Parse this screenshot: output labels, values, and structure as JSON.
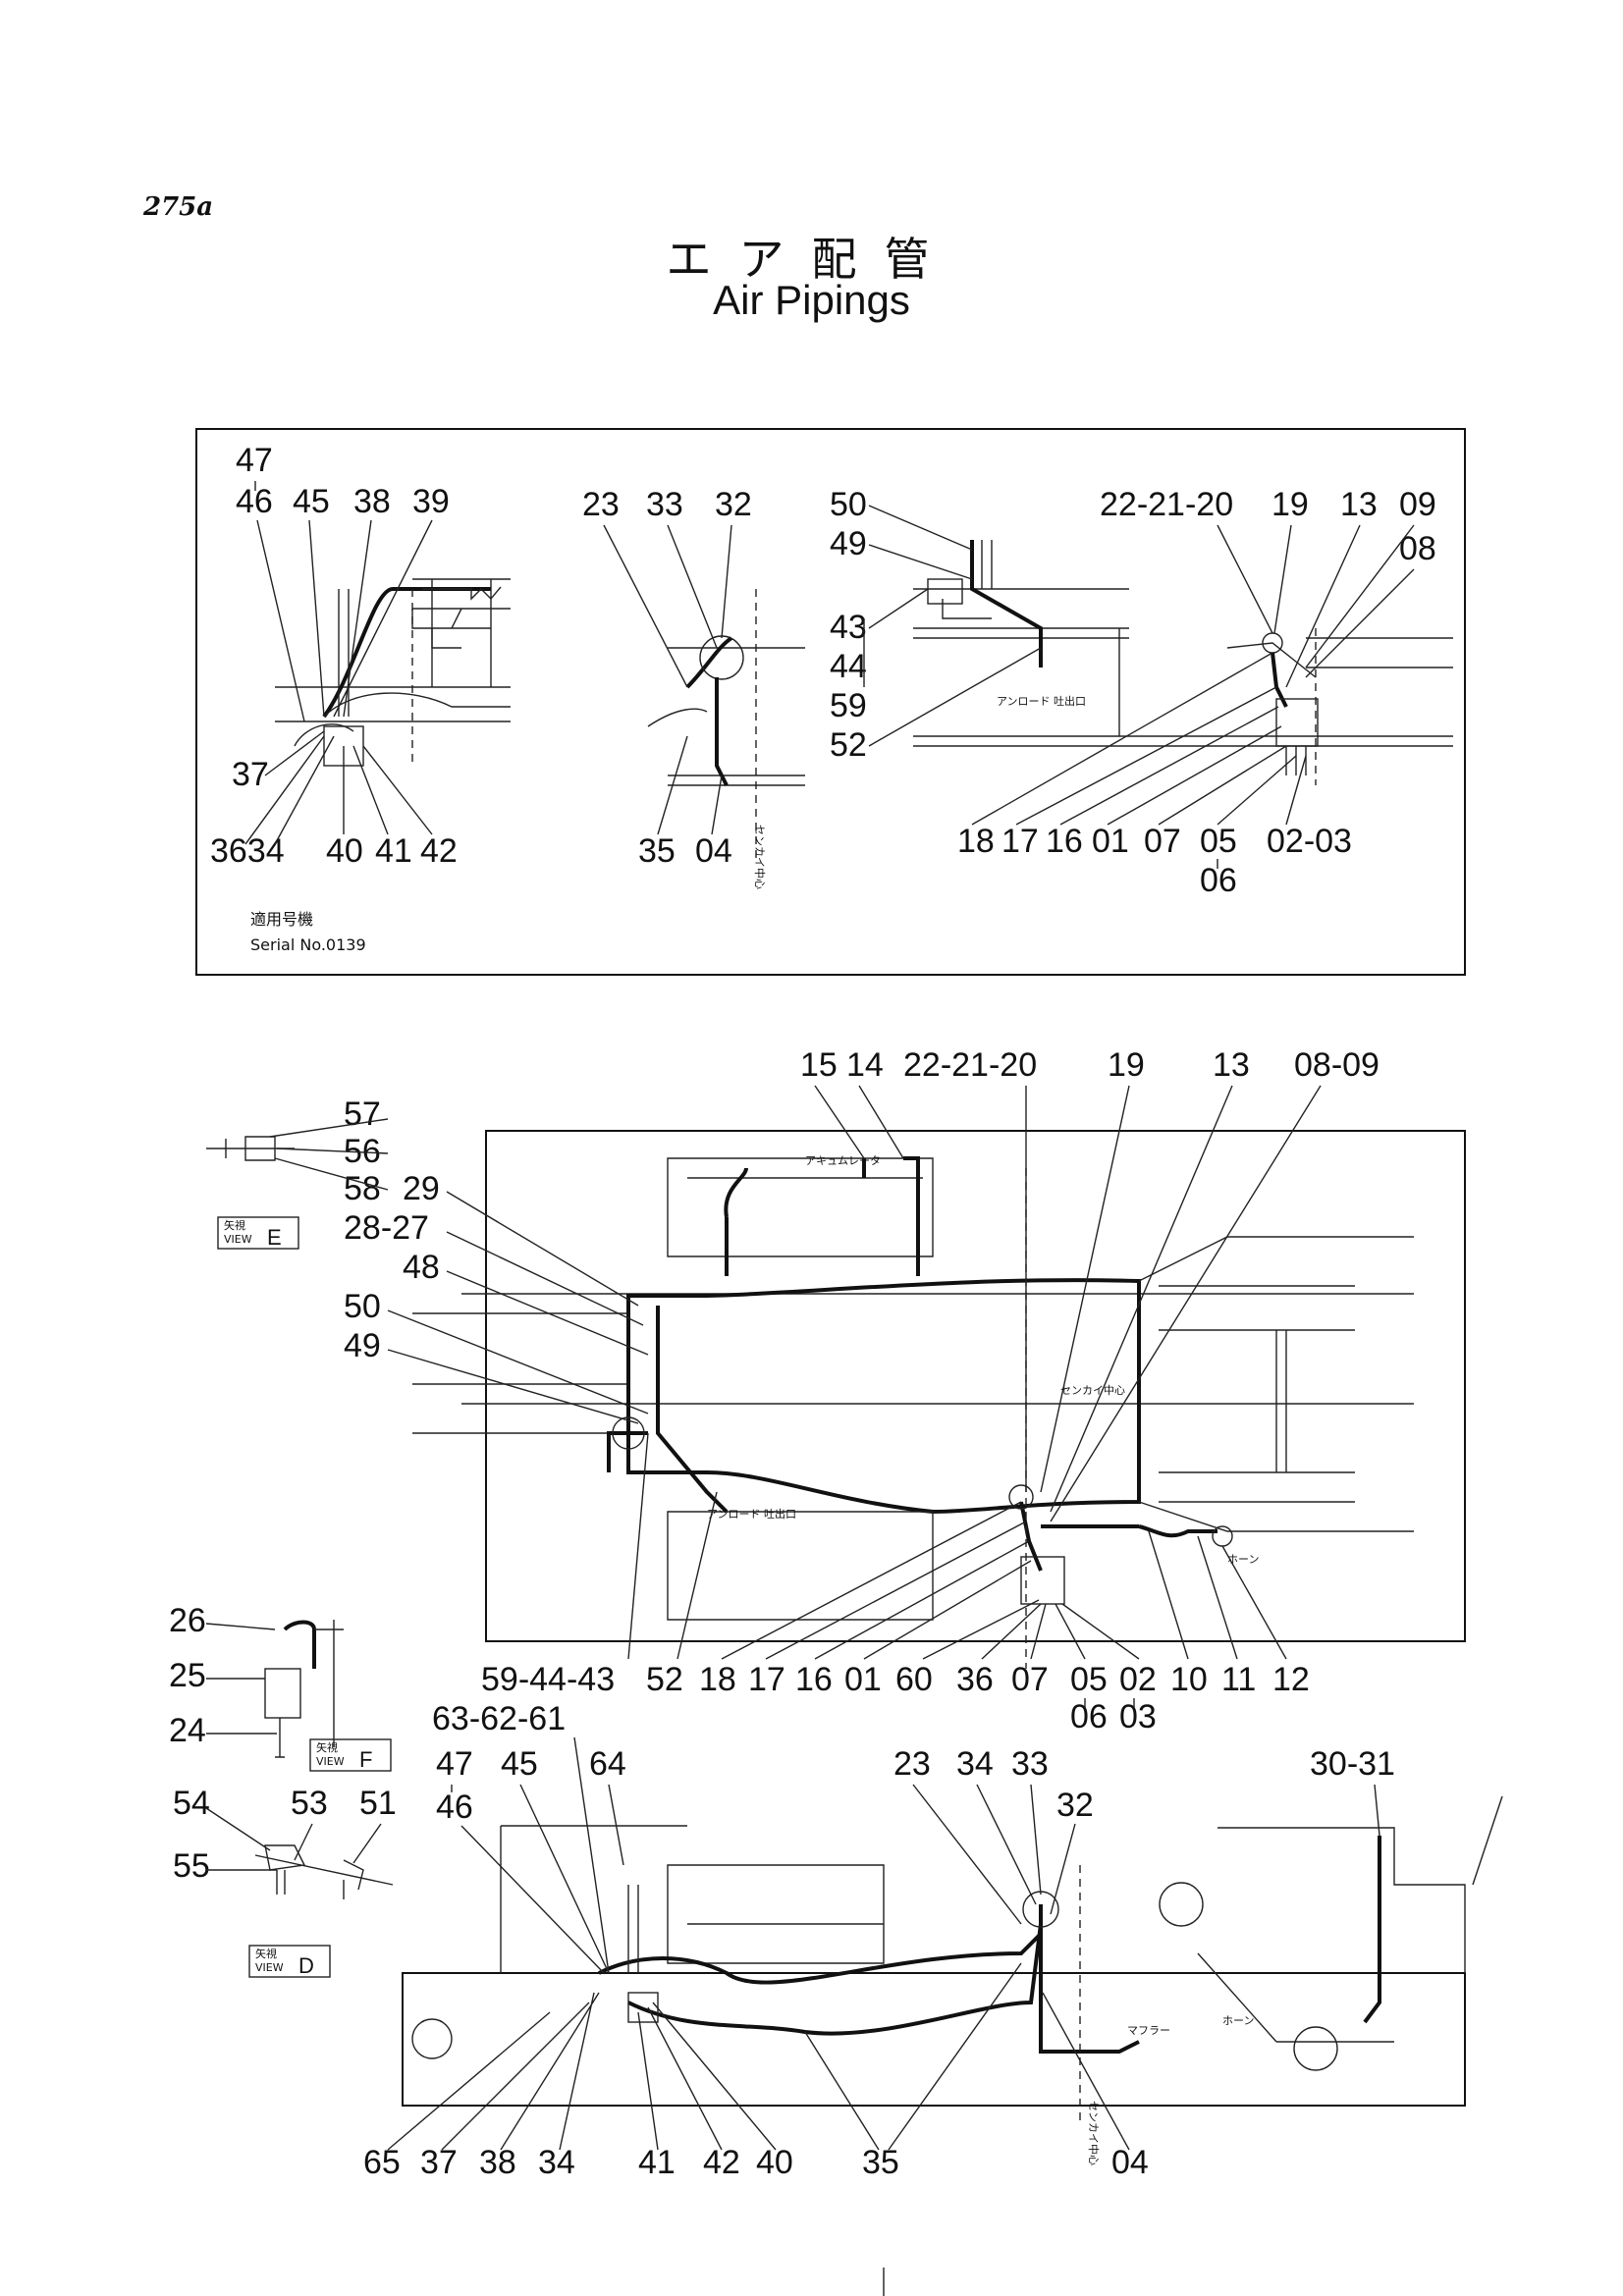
{
  "page_number": "275a",
  "title_jp": "エア配管",
  "title_en": "Air Pipings",
  "inset": {
    "serial_jp": "適用号機",
    "serial": "Serial No.0139",
    "notes": [
      "アンロード 吐出口",
      "センカイ中心"
    ],
    "labels": {
      "a_47": "47",
      "a_46": "46",
      "a_45": "45",
      "a_38": "38",
      "a_39": "39",
      "a_37": "37",
      "a_36": "3634",
      "a_40": "40",
      "a_41": "41",
      "a_42": "42",
      "b_23": "23",
      "b_33": "33",
      "b_32": "32",
      "b_35": "35",
      "b_04": "04",
      "c_50": "50",
      "c_49": "49",
      "c_43": "43",
      "c_44": "44",
      "c_59": "59",
      "c_52": "52",
      "c_222120": "22-21-20",
      "c_19": "19",
      "c_13": "13",
      "c_09": "09",
      "c_08": "08",
      "c_18": "18",
      "c_17": "17",
      "c_16": "16",
      "c_01": "01",
      "c_07": "07",
      "c_05": "05",
      "c_0203": "02-03",
      "c_06": "06"
    }
  },
  "main": {
    "notes": [
      "アキュムレータ",
      "センカイ中心",
      "アンロード 吐出口",
      "ホーン"
    ],
    "labels": {
      "m_15": "15",
      "m_14": "14",
      "m_222120": "22-21-20",
      "m_19": "19",
      "m_13": "13",
      "m_0809": "08-09",
      "m_57": "57",
      "m_56": "56",
      "m_58": "58",
      "m_29": "29",
      "m_2827": "28-27",
      "m_48": "48",
      "m_50": "50",
      "m_49": "49",
      "m_594443": "59-44-43",
      "m_52": "52",
      "m_18": "18",
      "m_17": "17",
      "m_16": "16",
      "m_01": "01",
      "m_60": "60",
      "m_36": "36",
      "m_07": "07",
      "m_05": "05",
      "m_02": "02",
      "m_10": "10",
      "m_11": "11",
      "m_12": "12",
      "m_06": "06",
      "m_03": "03",
      "m_26": "26",
      "m_25": "25",
      "m_24": "24"
    }
  },
  "lower": {
    "notes": [
      "マフラー",
      "ホーン",
      "センカイ中心"
    ],
    "labels": {
      "l_636261": "63-62-61",
      "l_47": "47",
      "l_45": "45",
      "l_64": "64",
      "l_46": "46",
      "l_23": "23",
      "l_34": "34",
      "l_33": "33",
      "l_32": "32",
      "l_3031": "30-31",
      "l_54": "54",
      "l_53": "53",
      "l_51": "51",
      "l_55": "55",
      "l_65": "65",
      "l_37": "37",
      "l_38": "38",
      "l_34b": "34",
      "l_41": "41",
      "l_42": "42",
      "l_40": "40",
      "l_35": "35",
      "l_04": "04"
    }
  },
  "views": {
    "view_word": "VIEW",
    "arrow_jp": "矢視",
    "e": "E",
    "f": "F",
    "d": "D"
  }
}
